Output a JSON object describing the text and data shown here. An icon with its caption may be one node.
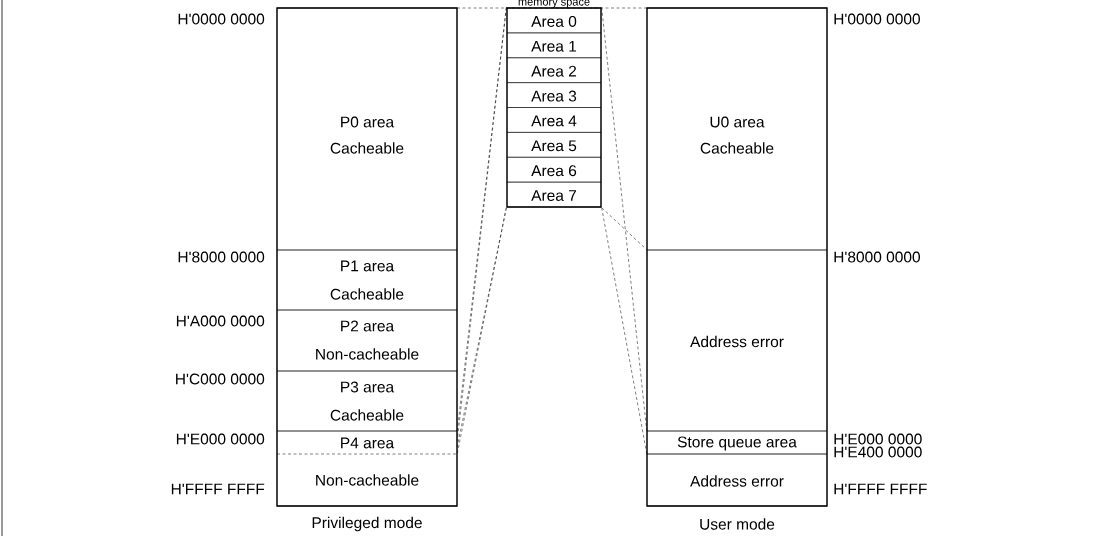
{
  "diagram": {
    "nodes": [
      {
        "text": [
          "P0 area",
          "Cacheable"
        ]
      },
      {
        "text": [
          "P1 area",
          "Cacheable"
        ]
      },
      {
        "text": [
          "P2 area",
          "Non-cacheable"
        ]
      },
      {
        "text": [
          "P3 area",
          "Cacheable"
        ]
      },
      {
        "text": [
          "P4 area",
          "Non-cacheable"
        ]
      },
      {
        "text": [],
        "shape": "box"
      },
      {
        "text": [
          "Area 0"
        ],
        "in": 5
      },
      {
        "text": [
          "Area 1"
        ],
        "in": 5
      },
      {
        "text": [
          "Area 2"
        ],
        "in": 5
      },
      {
        "text": [
          "Area 3"
        ],
        "in": 5
      },
      {
        "text": [
          "Area 4"
        ],
        "in": 5
      },
      {
        "text": [
          "Area 5"
        ],
        "in": 5
      },
      {
        "text": [
          "Area 6"
        ],
        "in": 5
      },
      {
        "text": [
          "Area 7"
        ],
        "in": 5
      },
      {
        "text": [
          "U0 area",
          "Cacheable"
        ]
      },
      {
        "text": [
          "Address error"
        ]
      },
      {
        "text": [
          "Store queue area"
        ]
      },
      {
        "text": [
          "Address error"
        ]
      }
    ],
    "edges": [
      {
        "from": 5,
        "to": 4,
        "arrow": "none",
        "style": "dashed"
      },
      {
        "from": 5,
        "to": 4,
        "arrow": "none",
        "style": "dashed"
      },
      {
        "from": 5,
        "to": 4,
        "arrow": "none",
        "style": "dashed"
      },
      {
        "from": 5,
        "to": 4,
        "arrow": "none",
        "style": "dashed"
      },
      {
        "from": 5,
        "to": 16,
        "arrow": "none",
        "style": "dashed"
      },
      {
        "from": 5,
        "to": 16,
        "arrow": "none",
        "style": "dashed"
      },
      {
        "from": 5,
        "to": 15,
        "arrow": "none",
        "style": "dashed"
      }
    ],
    "labels": [
      "memory space",
      "H'0000 0000",
      "H'0000 0000",
      "H'8000 0000",
      "H'8000 0000",
      "H'A000 0000",
      "H'C000 0000",
      "H'E000 0000",
      "H'E000 0000",
      "H'E400 0000",
      "H'FFFF FFFF",
      "H'FFFF FFFF",
      "Privileged mode",
      "User mode"
    ]
  }
}
